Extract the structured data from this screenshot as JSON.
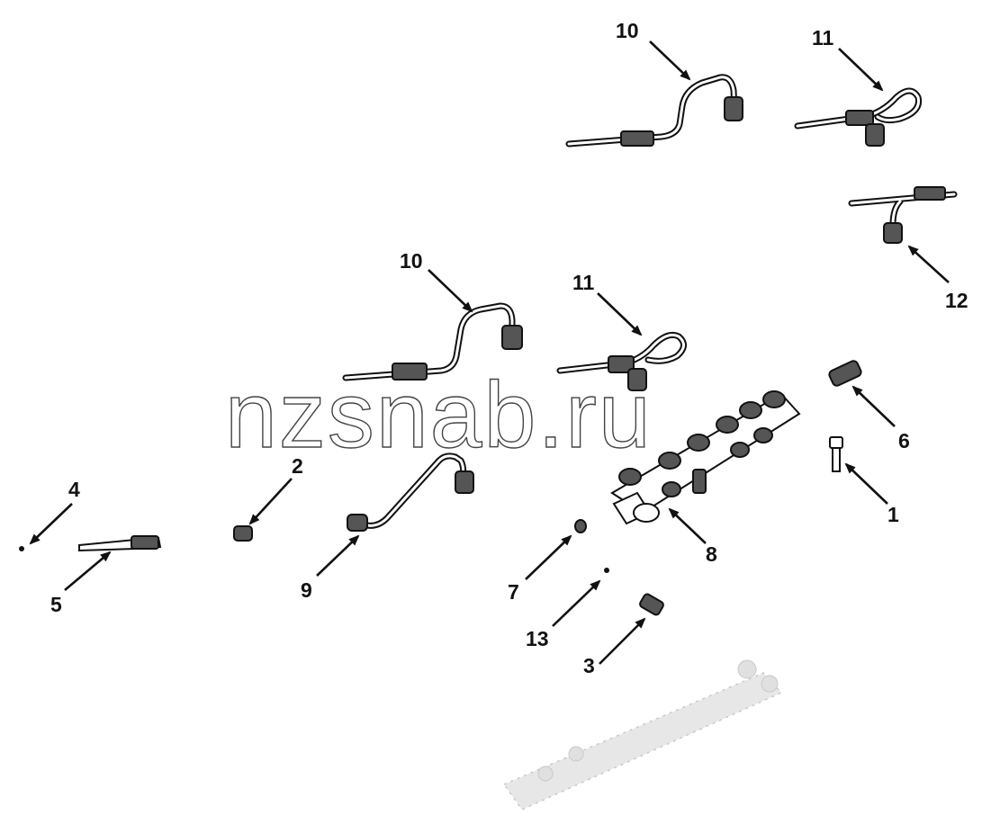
{
  "callouts": {
    "c10a": "10",
    "c11a": "11",
    "c12": "12",
    "c10b": "10",
    "c11b": "11",
    "c6": "6",
    "c1": "1",
    "c2": "2",
    "c4": "4",
    "c5": "5",
    "c9": "9",
    "c8": "8",
    "c7": "7",
    "c13": "13",
    "c3": "3"
  },
  "watermark": "nzsnab.ru",
  "colors": {
    "ink": "#111111",
    "background": "#ffffff",
    "watermark_outline": "#444444"
  }
}
